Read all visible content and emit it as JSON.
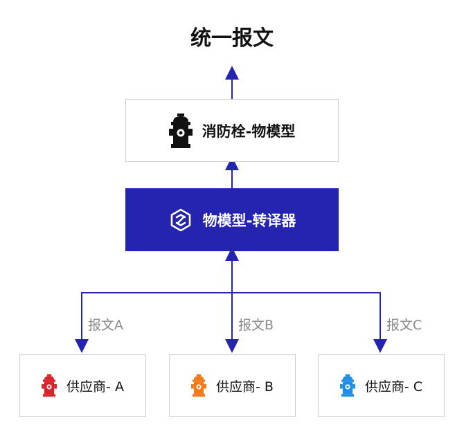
{
  "title": "统一报文",
  "model_box": {
    "label": "消防栓-物模型",
    "icon": "fire-hydrant-icon"
  },
  "translator_box": {
    "label": "物模型-转译器",
    "icon": "translator-logo-icon"
  },
  "messages": {
    "a": "报文A",
    "b": "报文B",
    "c": "报文C"
  },
  "suppliers": [
    {
      "label": "供应商- A",
      "icon": "fire-hydrant-icon",
      "color": "#d9232a"
    },
    {
      "label": "供应商- B",
      "icon": "fire-hydrant-icon",
      "color": "#f27a1a"
    },
    {
      "label": "供应商- C",
      "icon": "fire-hydrant-icon",
      "color": "#1f8fe6"
    }
  ],
  "colors": {
    "accent": "#2424b0",
    "line": "#2424b0",
    "box_border": "#cfcfcf"
  }
}
